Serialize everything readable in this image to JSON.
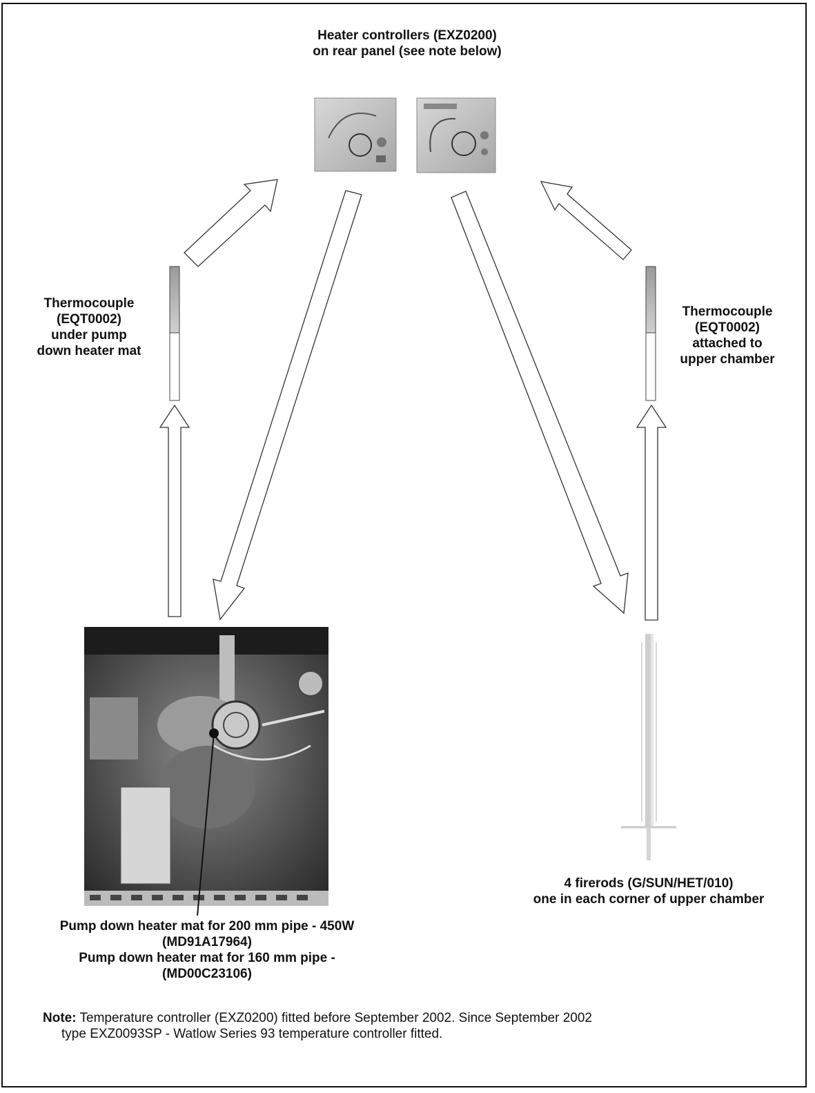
{
  "title": {
    "line1": "Heater controllers (EXZ0200)",
    "line2": "on rear panel (see note below)"
  },
  "thermocouple_left": {
    "line1": "Thermocouple",
    "line2": "(EQT0002)",
    "line3": "under pump",
    "line4": "down heater mat"
  },
  "thermocouple_right": {
    "line1": "Thermocouple",
    "line2": "(EQT0002)",
    "line3": "attached to",
    "line4": "upper chamber"
  },
  "firerods": {
    "line1": "4 firerods (G/SUN/HET/010)",
    "line2": "one in each corner of upper chamber"
  },
  "heater_mat": {
    "line1": "Pump down heater mat for 200 mm pipe - 450W",
    "line2": "(MD91A17964)",
    "line3": "Pump down heater mat for 160 mm pipe -",
    "line4": "(MD00C23106)"
  },
  "note": {
    "label": "Note:",
    "line1": "Temperature controller (EXZ0200) fitted before September 2002.   Since September 2002",
    "line2": "type EXZ0093SP - Watlow Series 93 temperature controller fitted."
  },
  "icons": [
    "heater-controller-photo",
    "thermocouple-icon",
    "heater-mat-photo",
    "firerod-icon"
  ]
}
